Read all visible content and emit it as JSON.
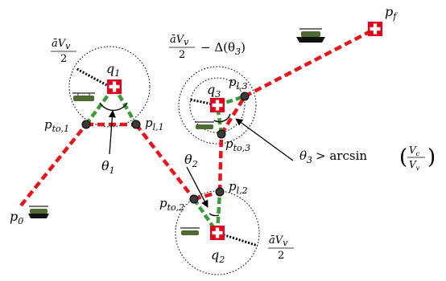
{
  "points": {
    "p0": {
      "base": "p",
      "sub": "0"
    },
    "pf": {
      "base": "p",
      "sub": "f"
    },
    "q1": {
      "base": "q",
      "sub": "1"
    },
    "q2": {
      "base": "q",
      "sub": "2"
    },
    "q3": {
      "base": "q",
      "sub": "3"
    },
    "pto1": {
      "base": "p",
      "sub": "to,1"
    },
    "pl1": {
      "base": "p",
      "sub": "l,1"
    },
    "pto2": {
      "base": "p",
      "sub": "to,2"
    },
    "pl2": {
      "base": "p",
      "sub": "l,2"
    },
    "pto3": {
      "base": "p",
      "sub": "to,3"
    },
    "pl3": {
      "base": "p",
      "sub": "l,3"
    }
  },
  "angles": {
    "theta1": {
      "base": "θ",
      "sub": "1"
    },
    "theta2": {
      "base": "θ",
      "sub": "2"
    }
  },
  "radius_label": {
    "num": "āV",
    "num_sub": "v",
    "den": "2"
  },
  "radius_label_q3_suffix": "− Δ(θ",
  "radius_label_q3_sub": "3",
  "radius_label_q3_close": ")",
  "condition": {
    "lhs": "θ",
    "lhs_sub": "3",
    "op": "> arcsin",
    "num": "V",
    "num_sub": "c",
    "den": "V",
    "den_sub": "v"
  },
  "colors": {
    "path_red": "#e8141b",
    "tour_green": "#3f9b3a",
    "node_fill": "#3a3a3a",
    "medical_red": "#e3001b"
  }
}
